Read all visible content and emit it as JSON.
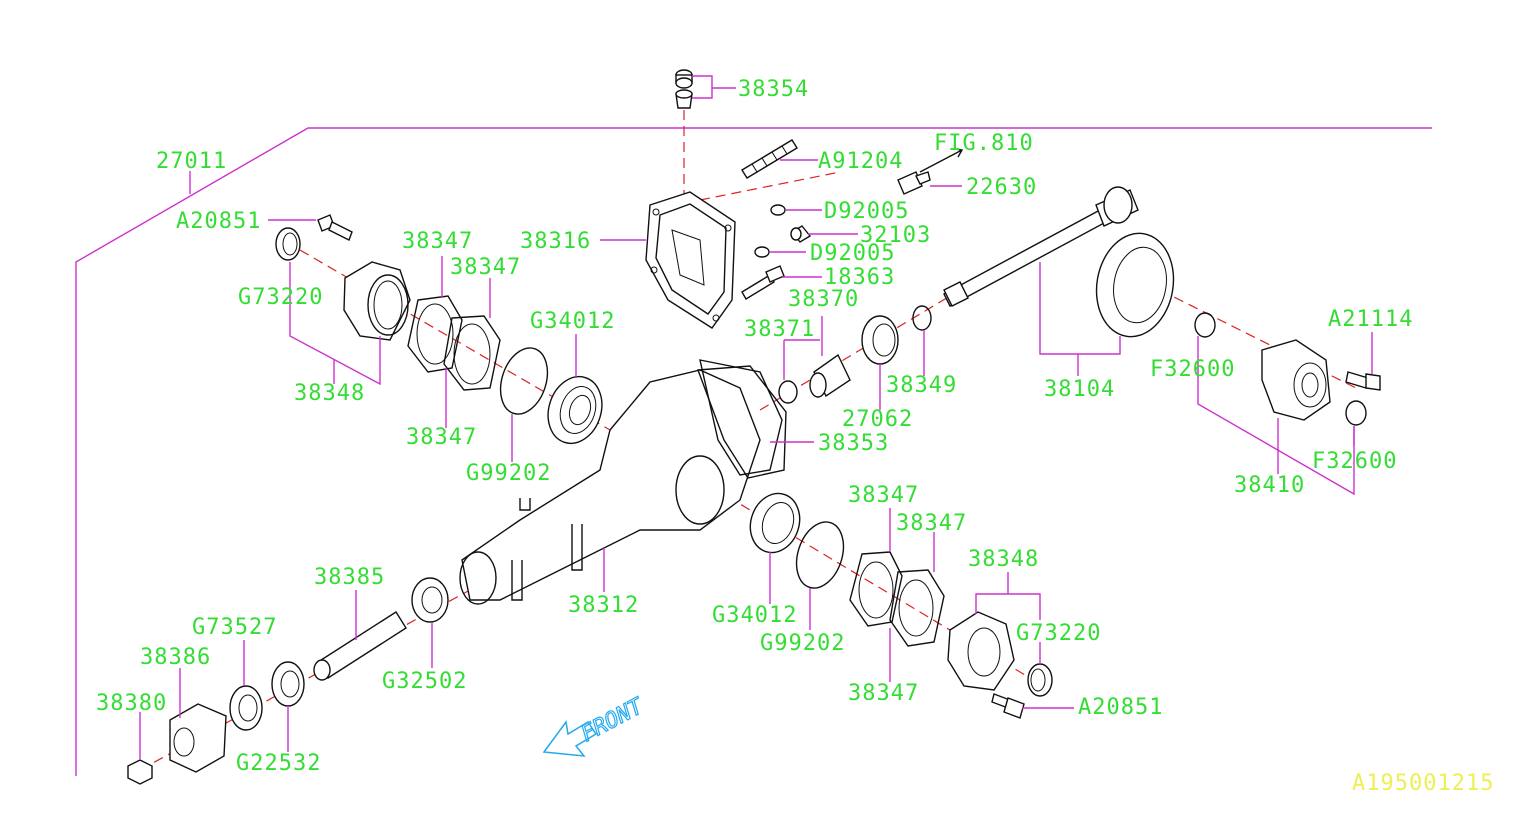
{
  "diagram": {
    "labels": {
      "p38354": "38354",
      "p27011": "27011",
      "pFIG810": "FIG.810",
      "pA91204": "A91204",
      "p22630": "22630",
      "pA20851_top": "A20851",
      "pD92005_a": "D92005",
      "p38347_a": "38347",
      "p38316": "38316",
      "p32103": "32103",
      "p38347_b": "38347",
      "pD92005_b": "D92005",
      "pG73220_left": "G73220",
      "p18363": "18363",
      "p38370": "38370",
      "pG34012_top": "G34012",
      "p38371": "38371",
      "pA21114": "A21114",
      "p38348_left": "38348",
      "p38349": "38349",
      "pF32600_a": "F32600",
      "p38104": "38104",
      "p27062": "27062",
      "p38347_c": "38347",
      "p38353": "38353",
      "pF32600_b": "F32600",
      "pG99202_top": "G99202",
      "p38410": "38410",
      "p38347_d": "38347",
      "p38347_e": "38347",
      "p38348_right": "38348",
      "p38385": "38385",
      "p38312": "38312",
      "pG34012_bot": "G34012",
      "pG73527": "G73527",
      "pG73220_right": "G73220",
      "pG99202_bot": "G99202",
      "p38386": "38386",
      "pG32502": "G32502",
      "p38347_f": "38347",
      "p38380": "38380",
      "pA20851_bot": "A20851",
      "pG22532": "G22532",
      "front": "FRONT",
      "code": "A195001215"
    },
    "colors": {
      "label": "#33dd33",
      "leader": "#cc33cc",
      "centerline": "#dd2222",
      "front_arrow": "#22aaee",
      "code": "#eeee55",
      "parts": "#111111"
    }
  }
}
